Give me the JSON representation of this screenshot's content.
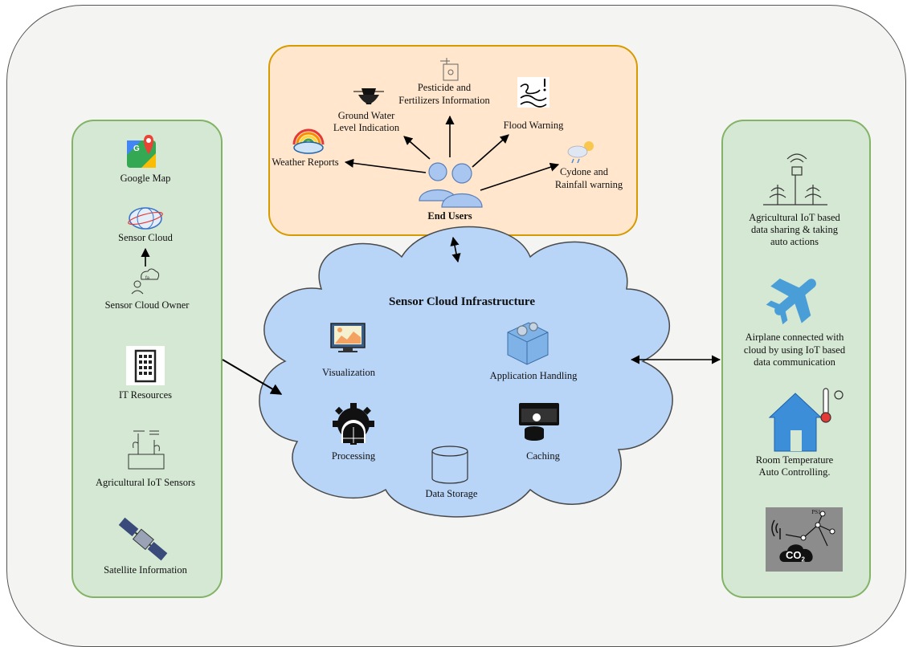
{
  "end_users": {
    "title": "End Users",
    "items": {
      "weather": "Weather Reports",
      "groundwater_1": "Ground Water",
      "groundwater_2": "Level Indication",
      "pesticide_1": "Pesticide and",
      "pesticide_2": "Fertilizers Information",
      "flood": "Flood Warning",
      "cyclone_1": "Cydone and",
      "cyclone_2": "Rainfall warning"
    }
  },
  "left_panel": {
    "google_map": "Google Map",
    "sensor_cloud": "Sensor Cloud",
    "sensor_cloud_owner": "Sensor Cloud Owner",
    "it_resources": "IT Resources",
    "agri_sensors": "Agricultural IoT Sensors",
    "satellite": "Satellite Information"
  },
  "cloud": {
    "title": "Sensor Cloud Infrastructure",
    "visualization": "Visualization",
    "application_handling": "Application Handling",
    "processing": "Processing",
    "caching": "Caching",
    "data_storage": "Data Storage"
  },
  "right_panel": {
    "agri_1": "Agricultural IoT based",
    "agri_2": "data sharing & taking",
    "agri_3": "auto actions",
    "airplane_1": "Airplane connected with",
    "airplane_2": "cloud by using IoT based",
    "airplane_3": "data communication",
    "room_1": "Room Temperature",
    "room_2": "Auto Controlling.",
    "co2_text": "CO",
    "co2_sub": "2",
    "co2_tag": "PS1"
  },
  "colors": {
    "green_fill": "#d5e8d4",
    "green_border": "#82b366",
    "orange_fill": "#ffe6cc",
    "orange_border": "#d79b00",
    "cloud_fill": "#b8d4f7",
    "cloud_border": "#4a4a4a"
  }
}
